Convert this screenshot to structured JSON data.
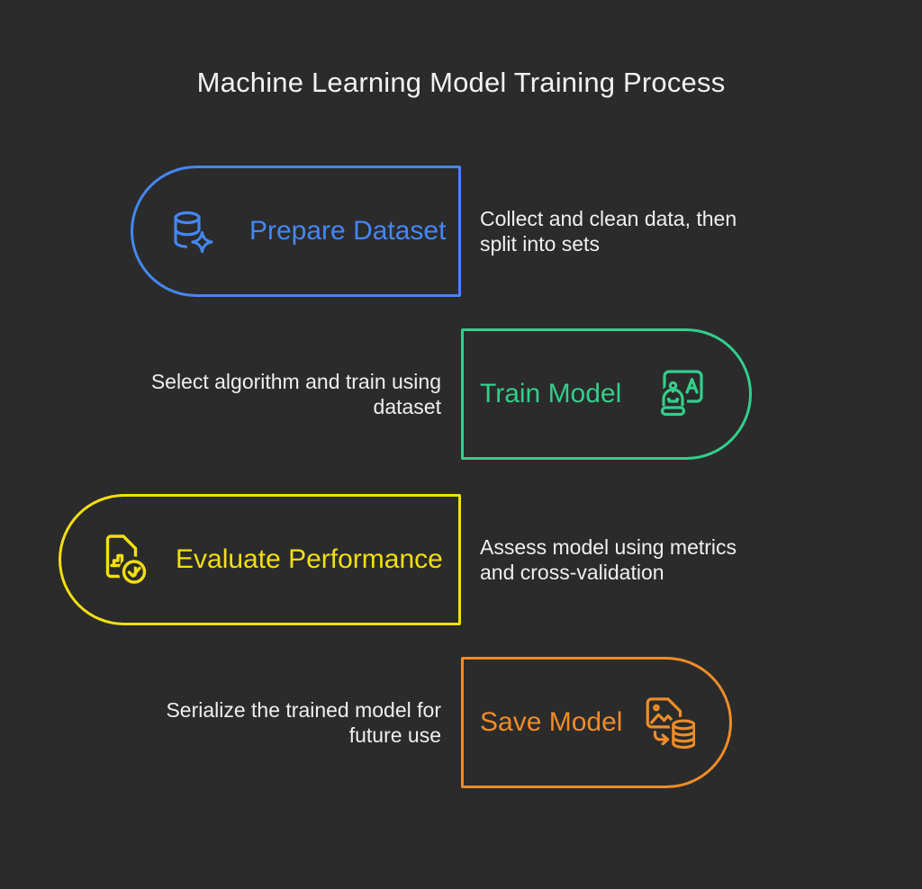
{
  "title": "Machine Learning Model Training Process",
  "colors": {
    "background": "#2b2b2b",
    "body_text": "#efefef",
    "step1_blue": "#4487F5",
    "step2_green": "#33CE8B",
    "step3_yellow": "#F2DF10",
    "step4_orange": "#EE8C28"
  },
  "steps": [
    {
      "label": "Prepare Dataset",
      "description": "Collect and clean data, then split into sets",
      "icon": "database-sparkle-icon",
      "color": "#4487F5",
      "shape_side": "left"
    },
    {
      "label": "Train Model",
      "description": "Select algorithm and train using dataset",
      "icon": "robot-training-icon",
      "color": "#33CE8B",
      "shape_side": "right"
    },
    {
      "label": "Evaluate Performance",
      "description": "Assess model using metrics and cross-validation",
      "icon": "report-check-icon",
      "color": "#F2DF10",
      "shape_side": "left"
    },
    {
      "label": "Save Model",
      "description": "Serialize the trained model for future use",
      "icon": "save-to-database-icon",
      "color": "#EE8C28",
      "shape_side": "right"
    }
  ]
}
